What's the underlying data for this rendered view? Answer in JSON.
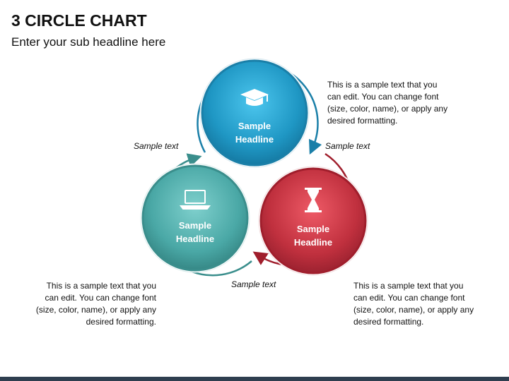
{
  "title": "3 CIRCLE CHART",
  "subtitle": "Enter your sub headline here",
  "colors": {
    "blue": "#1f97c4",
    "teal": "#4aa8a6",
    "red": "#c0303e",
    "blue_ring": "#1a7fa8",
    "teal_ring": "#3a8e8c",
    "red_ring": "#a01e2c"
  },
  "circles": [
    {
      "id": "top",
      "headline_line1": "Sample",
      "headline_line2": "Headline",
      "icon": "graduation-cap-icon"
    },
    {
      "id": "left",
      "headline_line1": "Sample",
      "headline_line2": "Headline",
      "icon": "laptop-icon"
    },
    {
      "id": "right",
      "headline_line1": "Sample",
      "headline_line2": "Headline",
      "icon": "hourglass-icon"
    }
  ],
  "side_labels": {
    "top_left": "Sample text",
    "top_right": "Sample text",
    "bottom": "Sample text"
  },
  "descriptions": {
    "top_right": "This is a sample text that you can edit. You can change font (size, color, name), or apply any desired formatting.",
    "bottom_left": "This is a sample text that you can edit. You can change font (size, color, name), or apply any desired formatting.",
    "bottom_right": "This is a sample text that you can edit. You can change font (size, color, name), or apply any desired formatting."
  }
}
